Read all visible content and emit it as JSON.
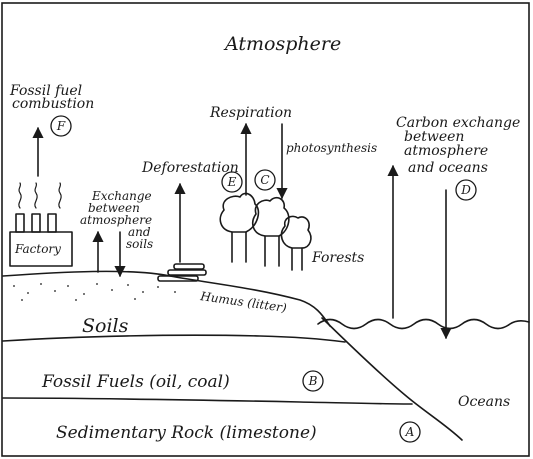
{
  "labels": {
    "atmosphere": "Atmosphere",
    "fossil_fuel_combustion_line1": "Fossil fuel",
    "fossil_fuel_combustion_line2": "combustion",
    "fossil_fuel_combustion_badge": "F",
    "respiration": "Respiration",
    "photosynthesis": "photosynthesis",
    "respiration_badge": "C",
    "carbon_exchange_line1": "Carbon exchange",
    "carbon_exchange_line2": "between",
    "carbon_exchange_line3": "atmosphere",
    "carbon_exchange_line4": "and oceans",
    "carbon_exchange_badge": "D",
    "deforestation": "Deforestation",
    "deforestation_badge": "E",
    "exchange_line1": "Exchange",
    "exchange_line2": "between",
    "exchange_line3": "atmosphere",
    "exchange_line4": "and",
    "exchange_line5": "soils",
    "factory": "Factory",
    "forests": "Forests",
    "humus": "Humus (litter)",
    "soils": "Soils",
    "fossil_fuels": "Fossil Fuels (oil, coal)",
    "fossil_fuels_badge": "B",
    "oceans": "Oceans",
    "sedimentary_rock": "Sedimentary Rock (limestone)",
    "sedimentary_rock_badge": "A"
  }
}
